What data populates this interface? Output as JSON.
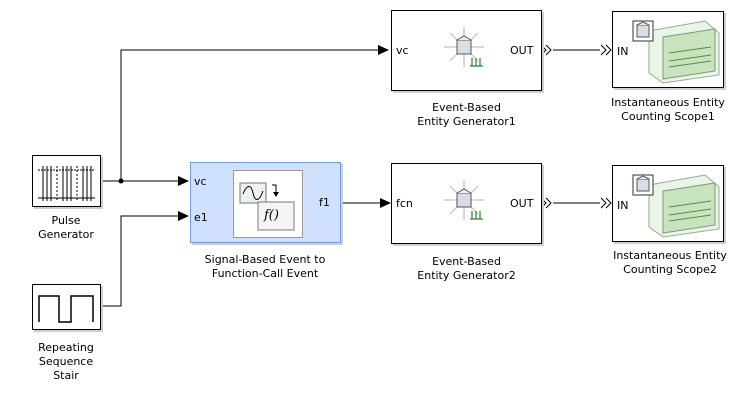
{
  "blocks": {
    "pulse": {
      "label": "Pulse\nGenerator"
    },
    "stair": {
      "label": "Repeating\nSequence\nStair"
    },
    "signal_event": {
      "label": "Signal-Based Event to\nFunction-Call Event",
      "in1": "vc",
      "in2": "e1",
      "out": "f1",
      "fill": "#cfe1ff",
      "border": "#6f9ee8",
      "fx": "f()"
    },
    "gen1": {
      "label": "Event-Based\nEntity Generator1",
      "in": "vc",
      "out": "OUT"
    },
    "gen2": {
      "label": "Event-Based\nEntity Generator2",
      "in": "fcn",
      "out": "OUT"
    },
    "scope1": {
      "label": "Instantaneous Entity\nCounting Scope1",
      "in": "IN"
    },
    "scope2": {
      "label": "Instantaneous Entity\nCounting Scope2",
      "in": "IN"
    }
  }
}
